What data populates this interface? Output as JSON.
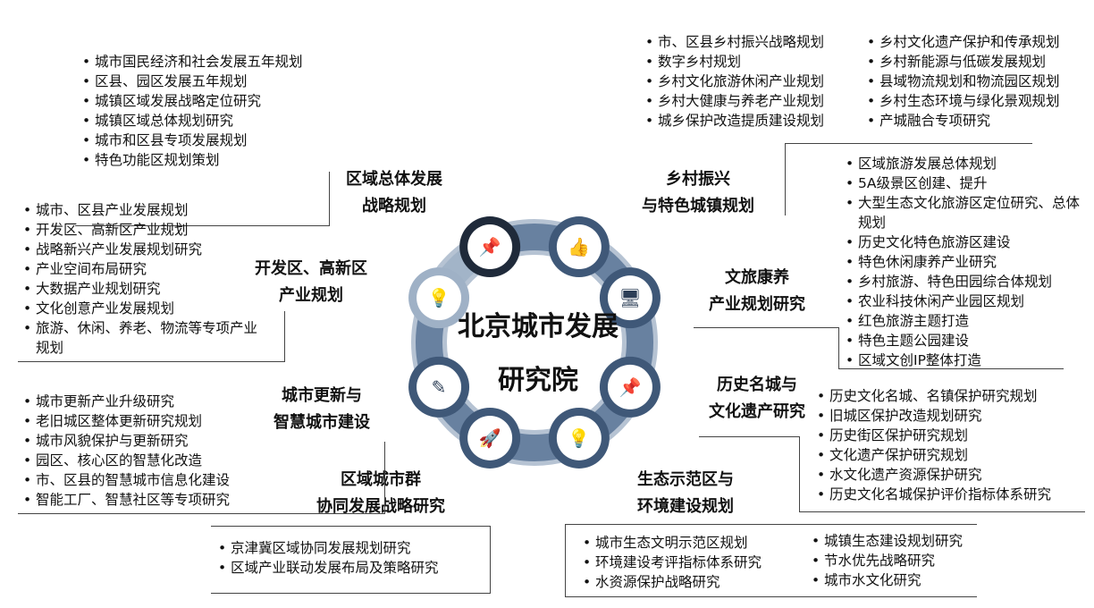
{
  "center": {
    "line1": "北京城市发展",
    "line2": "研究院"
  },
  "categories": [
    {
      "id": "regional-overall",
      "lines": [
        "区域总体发展",
        "战略规划"
      ],
      "icon": "pin-icon",
      "items": [
        "城市国民经济和社会发展五年规划",
        "区县、园区发展五年规划",
        "城镇区域发展战略定位研究",
        "城镇区域总体规划研究",
        "城市和区县专项发展规划",
        "特色功能区规划策划"
      ]
    },
    {
      "id": "rural-revitalization",
      "lines": [
        "乡村振兴",
        "与特色城镇规划"
      ],
      "icon": "thumbs-up-icon",
      "items": [
        "市、区县乡村振兴战略规划",
        "数字乡村规划",
        "乡村文化旅游休闲产业规划",
        "乡村大健康与养老产业规划",
        "城乡保护改造提质建设规划"
      ],
      "items2": [
        "乡村文化遗产保护和传承规划",
        "乡村新能源与低碳发展规划",
        "县域物流规划和物流园区规划",
        "乡村生态环境与绿化景观规划",
        "产城融合专项研究"
      ]
    },
    {
      "id": "culture-tourism",
      "lines": [
        "文旅康养",
        "产业规划研究"
      ],
      "icon": "monitor-code-icon",
      "items": [
        "区域旅游发展总体规划",
        "5A级景区创建、提升",
        "大型生态文化旅游区定位研究、总体规划",
        "历史文化特色旅游区建设",
        "特色休闲康养产业研究",
        "乡村旅游、特色田园综合体规划",
        "农业科技休闲产业园区规划",
        "红色旅游主题打造",
        "特色主题公园建设",
        "区域文创IP整体打造"
      ]
    },
    {
      "id": "historic-city",
      "lines": [
        "历史名城与",
        "文化遗产研究"
      ],
      "icon": "pin-icon",
      "items": [
        "历史文化名城、名镇保护研究规划",
        "旧城区保护改造规划研究",
        "历史街区保护研究规划",
        "文化遗产保护研究规划",
        "水文化遗产资源保护研究",
        "历史文化名城保护评价指标体系研究"
      ]
    },
    {
      "id": "eco-demo",
      "lines": [
        "生态示范区与",
        "环境建设规划"
      ],
      "icon": "lightbulb-icon",
      "items": [
        "城市生态文明示范区规划",
        "环境建设考评指标体系研究",
        "水资源保护战略研究"
      ],
      "items2": [
        "城镇生态建设规划研究",
        "节水优先战略研究",
        "城市水文化研究"
      ]
    },
    {
      "id": "city-cluster",
      "lines": [
        "区域城市群",
        "协同发展战略研究"
      ],
      "icon": "rocket-icon",
      "items": [
        "京津冀区域协同发展规划研究",
        "区域产业联动发展布局及策略研究"
      ]
    },
    {
      "id": "urban-renewal",
      "lines": [
        "城市更新与",
        "智慧城市建设"
      ],
      "icon": "pencil-icon",
      "items": [
        "城市更新产业升级研究",
        "老旧城区整体更新研究规划",
        "城市风貌保护与更新研究",
        "园区、核心区的智慧化改造",
        "市、区县的智慧城市信息化建设",
        "智能工厂、智慧社区等专项研究"
      ]
    },
    {
      "id": "dev-zone",
      "lines": [
        "开发区、高新区",
        "产业规划"
      ],
      "icon": "lightbulb-icon",
      "items": [
        "城市、区县产业发展规划",
        "开发区、高新区产业规划",
        "战略新兴产业发展规划研究",
        "产业空间布局研究",
        "大数据产业规划研究",
        "文化创意产业发展规划",
        "旅游、休闲、养老、物流等专项产业规划"
      ]
    }
  ],
  "colors": {
    "dark": "#1f2a3a",
    "mid": "#3f5878",
    "light": "#9fb1c6",
    "accent": "#5b7597"
  }
}
